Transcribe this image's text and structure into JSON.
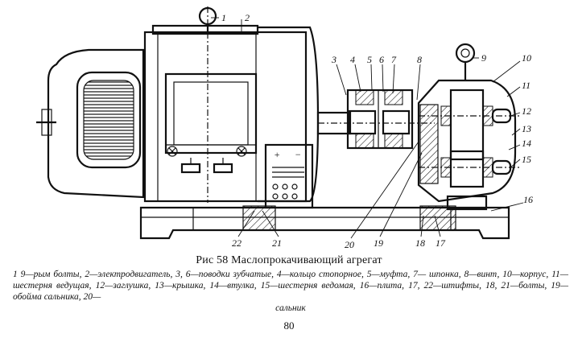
{
  "figure": {
    "caption": "Рис 58 Маслопрокачивающий агрегат",
    "legend_lines": [
      "1 9—рым болты, 2—электродвигатель, 3, 6—поводки зубчатые, 4—кольцо стопорное, 5—муфта, 7—",
      "шпонка, 8—винт, 10—корпус, 11—шестерня ведущая, 12—заглушка, 13—крышка, 14—втулка,",
      "15—шестерня ведомая, 16—плита, 17, 22—штифты, 18, 21—болты, 19—обойма сальника, 20—",
      "сальник"
    ],
    "callouts": [
      "1",
      "2",
      "3",
      "4",
      "5",
      "6",
      "7",
      "8",
      "9",
      "10",
      "11",
      "12",
      "13",
      "14",
      "15",
      "16",
      "17",
      "18",
      "19",
      "20",
      "21",
      "22"
    ],
    "panel_symbols": [
      "+",
      "−"
    ]
  },
  "page_number": "80"
}
